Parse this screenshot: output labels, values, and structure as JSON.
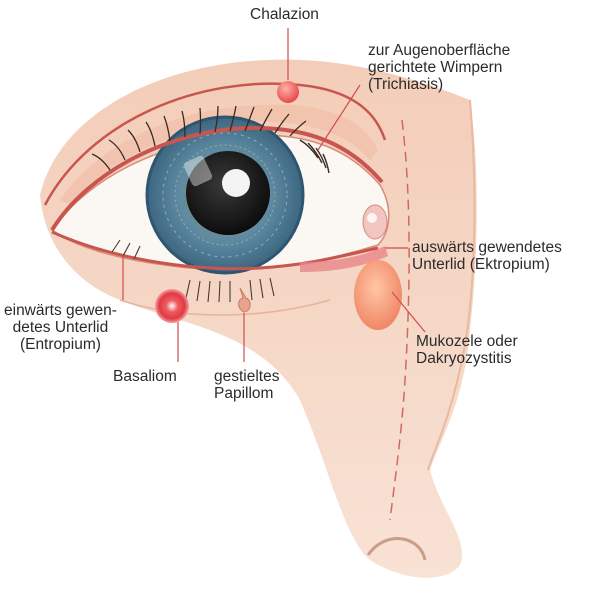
{
  "labels": {
    "chalazion": [
      "Chalazion"
    ],
    "trichiasis": [
      "zur Augenoberfläche",
      "gerichtete Wimpern",
      "(Trichiasis)"
    ],
    "ektropium": [
      "auswärts gewendetes",
      "Unterlid (Ektropium)"
    ],
    "entropium": [
      "einwärts gewen-",
      "detes Unterlid",
      "(Entropium)"
    ],
    "basaliom": [
      "Basaliom"
    ],
    "papillom": [
      "gestieltes",
      "Papillom"
    ],
    "mukozele": [
      "Mukozele oder",
      "Dakryozystitis"
    ]
  },
  "colors": {
    "skin": "#f6dccd",
    "skin_shadow": "#eebfa6",
    "lid_line": "#c8554e",
    "sclera": "#fbf7f2",
    "iris": "#4f7c96",
    "pupil": "#141414",
    "lesion_red": "#e0424a",
    "mucocele": "#f3a07e"
  }
}
